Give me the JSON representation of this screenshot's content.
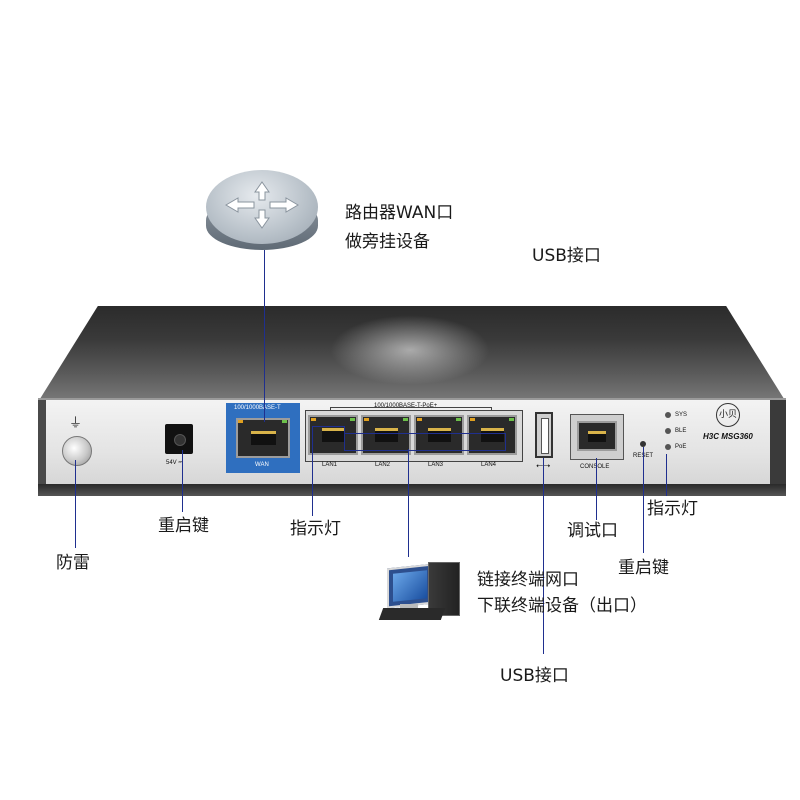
{
  "annotations": {
    "wan_line1": "路由器WAN口",
    "wan_line2": "做旁挂设备",
    "usb_top": "USB接口",
    "reboot_left": "重启键",
    "indicator_left": "指示灯",
    "indicator_right": "指示灯",
    "debug_port": "调试口",
    "reset_right": "重启键",
    "lightning": "防雷",
    "terminal_line1": "链接终端网口",
    "terminal_line2": "下联终端设备（出口）",
    "usb_bottom": "USB接口"
  },
  "panel": {
    "wan_title": "100/1000BASE-T",
    "wan_label": "WAN",
    "lan_title": "100/1000BASE-T-PoE+",
    "lan_ports": [
      "LAN1",
      "LAN2",
      "LAN3",
      "LAN4"
    ],
    "power_label": "54V ⎓",
    "console_label": "CONSOLE",
    "reset_label": "RESET",
    "leds": [
      "SYS",
      "BLE",
      "PoE"
    ],
    "brand": "小贝",
    "model": "H3C MSG360"
  },
  "colors": {
    "leader_line": "#1f2f8f",
    "wan_panel": "#2f6fbf",
    "port_led_amber": "#e0a020",
    "port_led_green": "#6cc04a"
  },
  "icons": [
    "router-icon",
    "computer-icon",
    "ground-icon",
    "usb-symbol-icon"
  ]
}
